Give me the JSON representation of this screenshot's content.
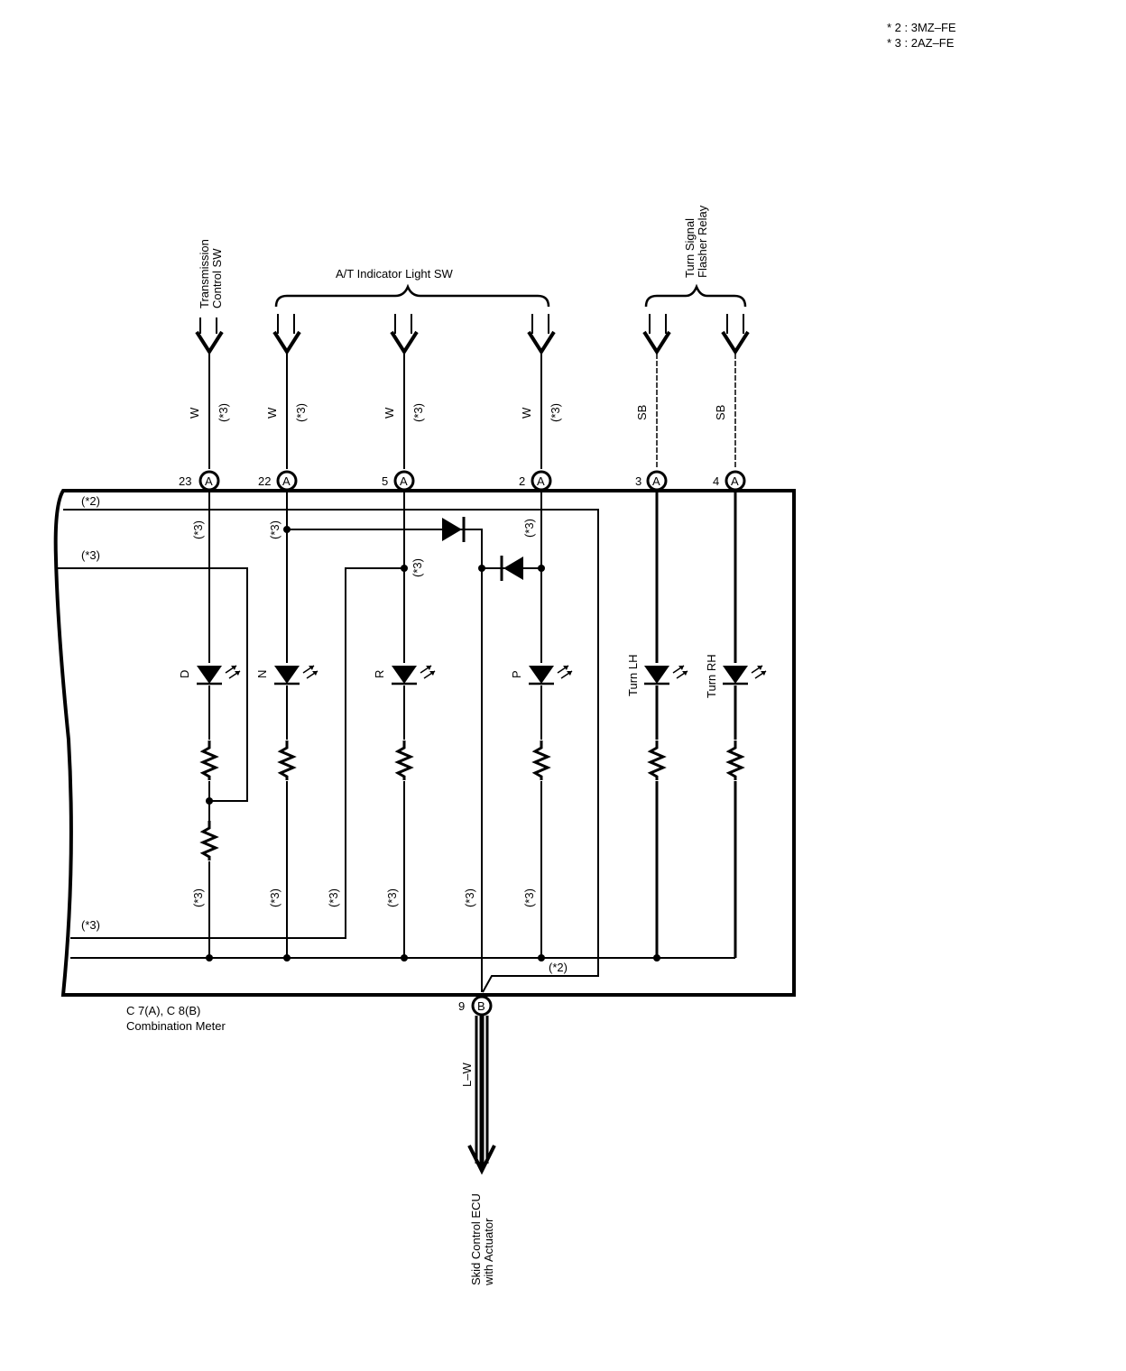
{
  "legend": {
    "note_2": "* 2 : 3MZ–FE",
    "note_3": "* 3 : 2AZ–FE"
  },
  "components": {
    "transmission_sw_line1": "Transmission",
    "transmission_sw_line2": "Control SW",
    "at_indicator": "A/T Indicator Light SW",
    "turn_relay_line1": "Turn Signal",
    "turn_relay_line2": "Flasher Relay",
    "meter_line1": "C 7(A), C 8(B)",
    "meter_line2": "Combination Meter",
    "ecu_line1": "Skid Control ECU",
    "ecu_line2": "with Actuator"
  },
  "wire_colors": {
    "w": "W",
    "sb": "SB",
    "lw": "L–W"
  },
  "variant_marks": {
    "m2": "(*2)",
    "m3": "(*3)"
  },
  "connectors": {
    "a": "A",
    "b": "B",
    "pins": [
      "23",
      "22",
      "5",
      "2",
      "3",
      "4"
    ],
    "pin_b": "9"
  },
  "lamps": {
    "d": "D",
    "n": "N",
    "r": "R",
    "p": "P",
    "turn_lh": "Turn LH",
    "turn_rh": "Turn RH"
  }
}
